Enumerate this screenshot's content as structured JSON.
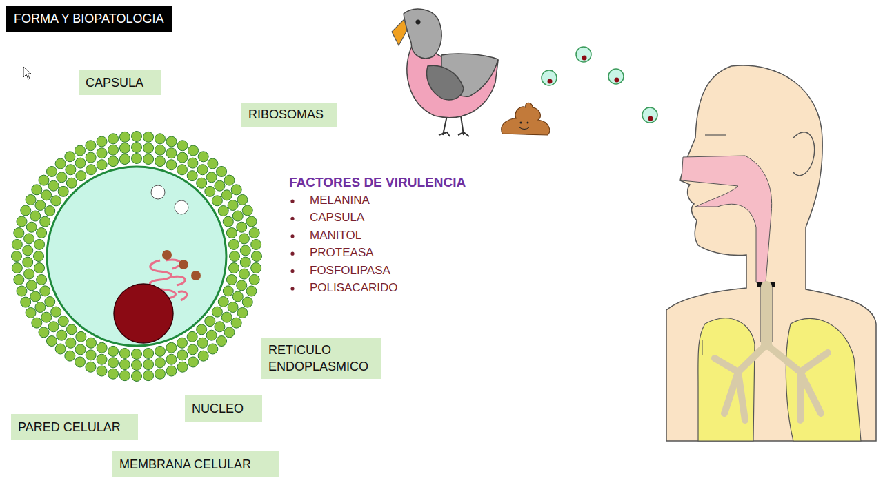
{
  "diagram": {
    "title": "FORMA Y BIOPATOLOGIA",
    "nodes": [
      {
        "text": [
          "CAPSULA"
        ]
      },
      {
        "text": [
          "RIBOSOMAS"
        ]
      },
      {
        "text": [
          "RETICULO ENDOPLASMICO"
        ]
      },
      {
        "text": [
          "NUCLEO"
        ]
      },
      {
        "text": [
          "PARED CELULAR"
        ]
      },
      {
        "text": [
          "MEMBRANA CELULAR"
        ]
      }
    ],
    "labels": [
      "FACTORES DE VIRULENCIA",
      "MELANINA",
      "CAPSULA",
      "MANITOL",
      "PROTEASA",
      "FOSFOLIPASA",
      "POLISACARIDO"
    ]
  }
}
